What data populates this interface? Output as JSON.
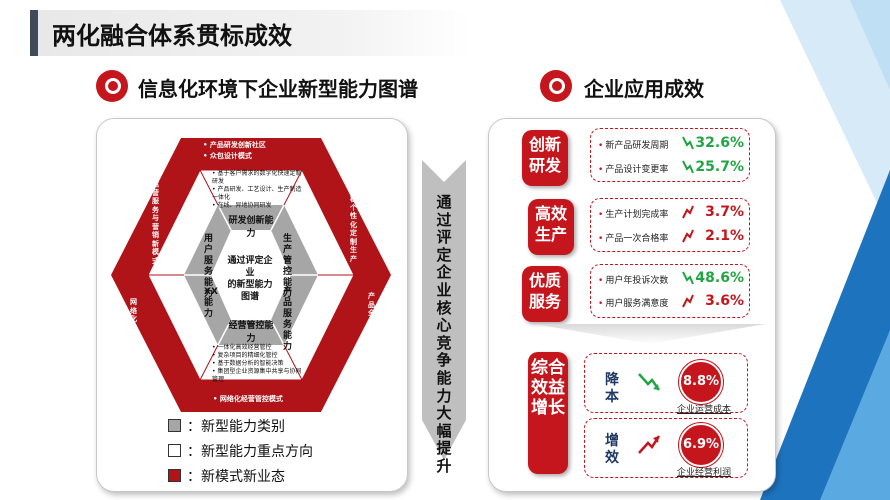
{
  "page_title": "两化融合体系贯标成效",
  "left_section": {
    "title": "信息化环境下企业新型能力图谱",
    "center_text": [
      "通过评定企业",
      "的新型能力",
      "图谱"
    ],
    "inner_capabilities": [
      "研发创新能力",
      "生产管控能力",
      "产品服务能力",
      "经营管控能力",
      "用户服务能力",
      "XX能力"
    ],
    "outer_directions": {
      "top": [
        "产品研发创新社区",
        "众包设计模式"
      ],
      "top_inner": [
        "基于客户需求的数字化快速定制研发",
        "产品研发、工艺设计、生产制造一体化",
        "在线、异地协同研发"
      ],
      "bottom_inner": [
        "一体化高效经营管控",
        "复杂项目的精细化管控",
        "基于数据分析的智能决策",
        "集团型企业资源集中共享与协同管理"
      ],
      "bottom": [
        "网络化经营管控模式"
      ],
      "right_upper": [
        "大规模个性化定制生产"
      ],
      "right_lower": [
        "产品全生命周期服务"
      ],
      "left_upper": [
        "运营服务与营销新模式"
      ],
      "left_lower": [
        "网络化协同新业态"
      ]
    },
    "legend": [
      {
        "label": "：新型能力类别",
        "color": "#a6a6a6"
      },
      {
        "label": "：新型能力重点方向",
        "color": "#ffffff"
      },
      {
        "label": "：新模式新业态",
        "color": "#b01318"
      }
    ]
  },
  "middle_arrow_text": "通过评定企业核心竞争能力大幅提升",
  "right_section": {
    "title": "企业应用成效",
    "groups": [
      {
        "label": "创新研发",
        "metrics": [
          {
            "name": "新产品研发周期",
            "value": "32.6%",
            "trend": "down",
            "color": "#21a543"
          },
          {
            "name": "产品设计变更率",
            "value": "25.7%",
            "trend": "down",
            "color": "#21a543"
          }
        ]
      },
      {
        "label": "高效生产",
        "metrics": [
          {
            "name": "生产计划完成率",
            "value": "3.7%",
            "trend": "up",
            "color": "#c4161c"
          },
          {
            "name": "产品一次合格率",
            "value": "2.1%",
            "trend": "up",
            "color": "#c4161c"
          }
        ]
      },
      {
        "label": "优质服务",
        "metrics": [
          {
            "name": "用户年投诉次数",
            "value": "48.6%",
            "trend": "down",
            "color": "#21a543"
          },
          {
            "name": "用户服务满意度",
            "value": "3.6%",
            "trend": "up",
            "color": "#c4161c"
          }
        ]
      }
    ],
    "summary": {
      "label": "综合效益增长",
      "items": [
        {
          "label": "降本",
          "value": "8.8%",
          "caption": "企业运营成本",
          "trend": "down"
        },
        {
          "label": "增效",
          "value": "6.9%",
          "caption": "企业经营利润",
          "trend": "up"
        }
      ]
    }
  },
  "colors": {
    "accent": "#c4161c",
    "down": "#21a543",
    "up": "#c4161c",
    "deco": "#1e73be"
  }
}
